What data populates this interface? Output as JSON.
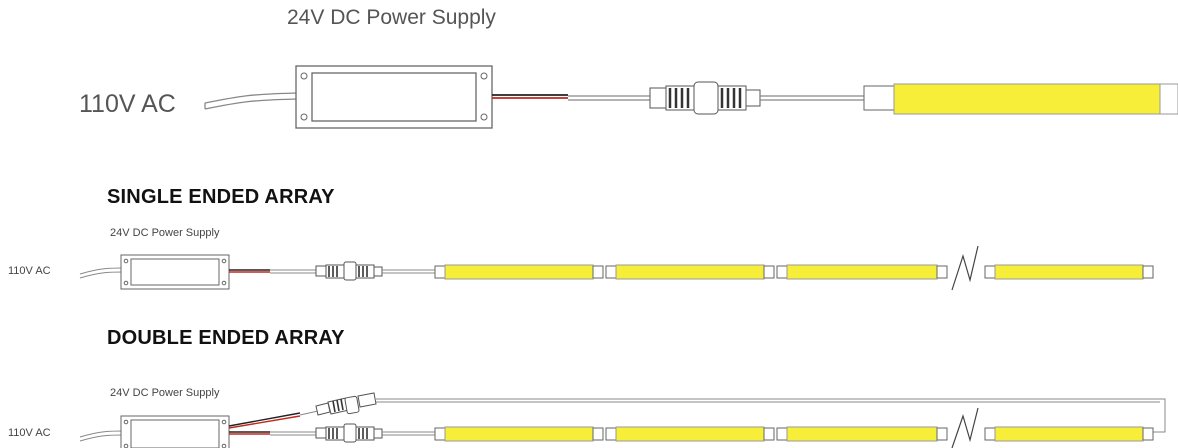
{
  "top": {
    "power_supply_label": "24V DC Power Supply",
    "ac_label": "110V AC"
  },
  "single": {
    "title": "SINGLE ENDED ARRAY",
    "power_supply_label": "24V DC Power Supply",
    "ac_label": "110V AC",
    "strip_segments": 4
  },
  "double": {
    "title": "DOUBLE ENDED ARRAY",
    "power_supply_label": "24V DC Power Supply",
    "ac_label": "110V AC",
    "strip_segments": 4
  },
  "colors": {
    "strip_yellow": "#f7ee3a",
    "wire_gray": "#888888",
    "wire_red": "#c0281e",
    "wire_dark": "#222222",
    "outline": "#666666"
  }
}
